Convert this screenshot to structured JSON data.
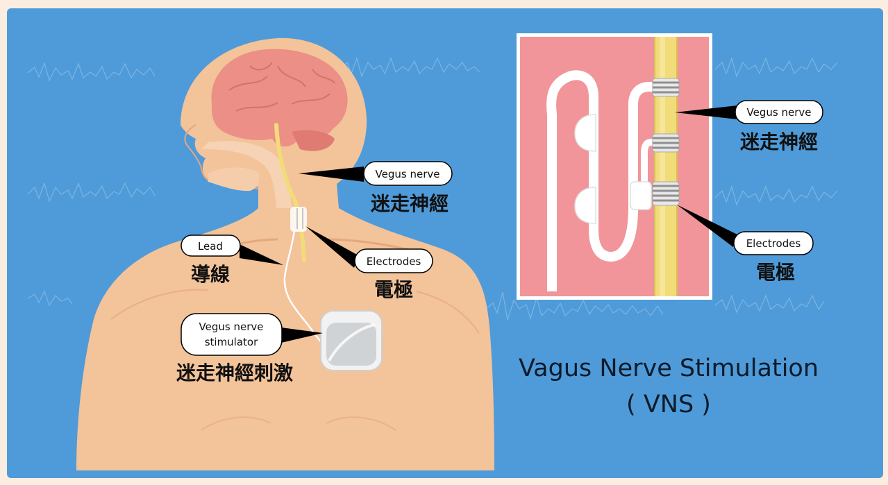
{
  "colors": {
    "background": "#4f9bd9",
    "border": "#fbeee0",
    "skin": "#f3c39a",
    "skin_shadow": "#e6a77c",
    "brain": "#ec8f86",
    "nerve": "#f2dc7a",
    "inset_tissue": "#f1959a",
    "device": "#d9d9d9"
  },
  "labels": {
    "vagus_nerve_main": {
      "en": "Vegus nerve",
      "zh": "迷走神經"
    },
    "lead": {
      "en": "Lead",
      "zh": "導線"
    },
    "electrodes_main": {
      "en": "Electrodes",
      "zh": "電極"
    },
    "stimulator": {
      "en_line1": "Vegus nerve",
      "en_line2": "stimulator",
      "zh": "迷走神經刺激"
    }
  },
  "inset_labels": {
    "vagus_nerve": {
      "en": "Vegus nerve",
      "zh": "迷走神經"
    },
    "electrodes": {
      "en": "Electrodes",
      "zh": "電極"
    }
  },
  "title": {
    "line1": "Vagus Nerve Stimulation",
    "line2": "( VNS )"
  }
}
